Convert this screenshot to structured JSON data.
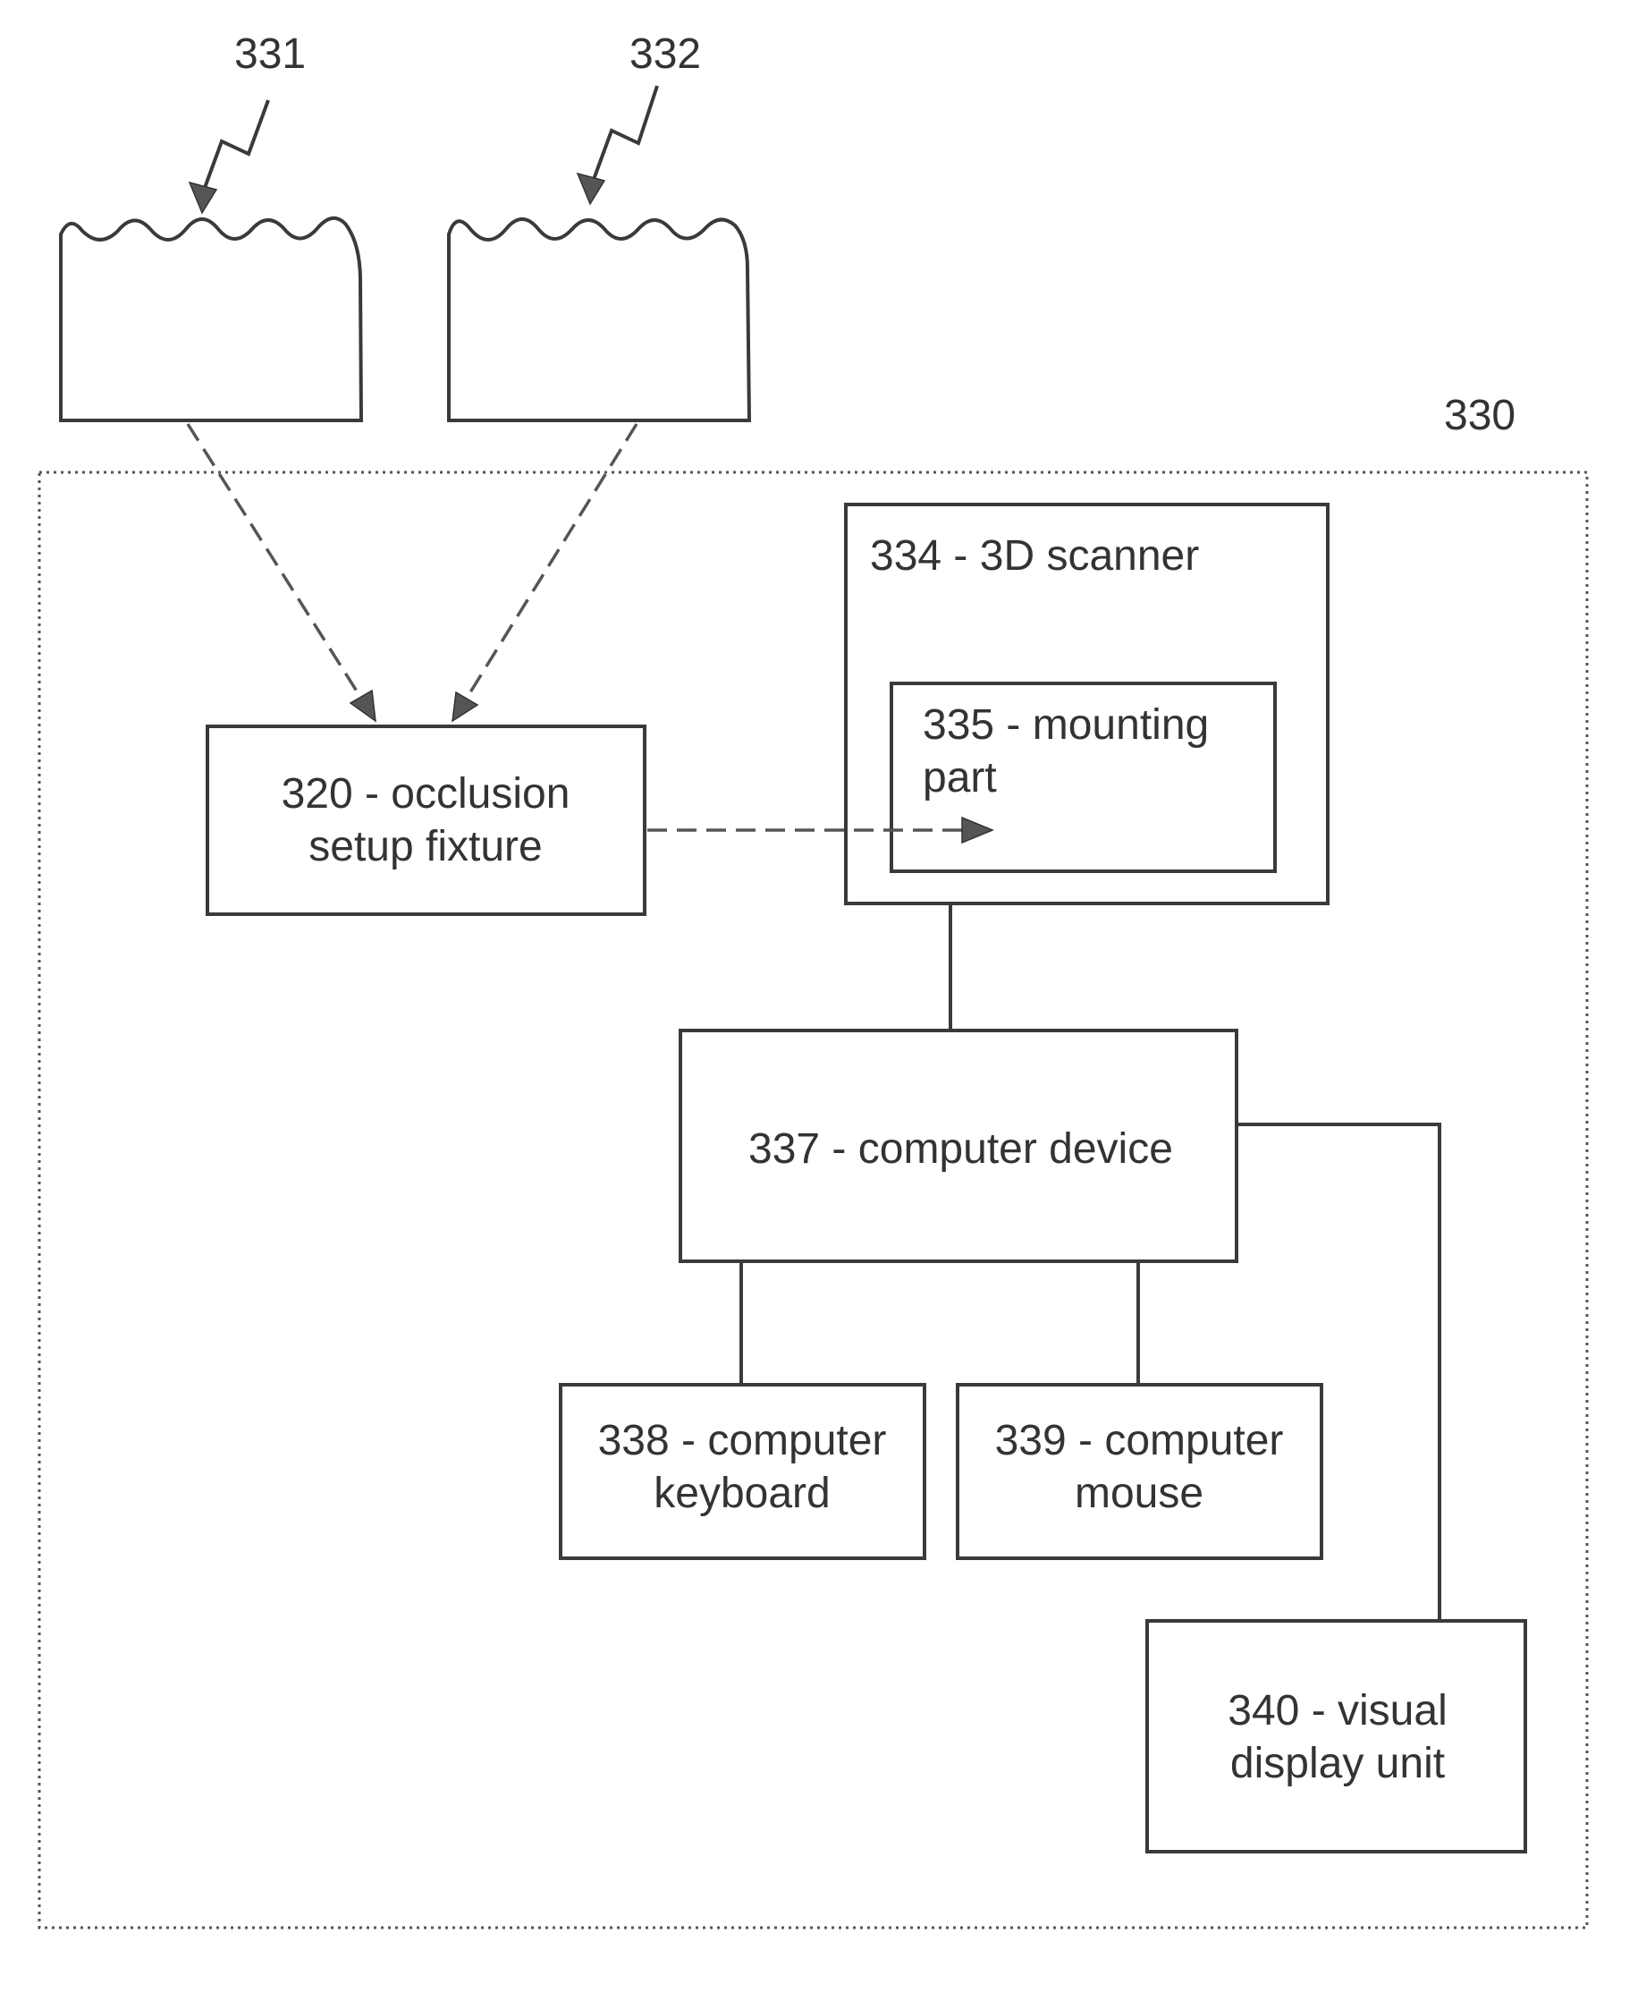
{
  "labels": {
    "ref_331": "331",
    "ref_332": "332",
    "ref_330": "330",
    "scanner": "334 - 3D scanner",
    "mounting_line1": "335 - mounting",
    "mounting_line2": "part",
    "occlusion_line1": "320 - occlusion",
    "occlusion_line2": "setup fixture",
    "computer_device": "337 - computer device",
    "keyboard_line1": "338 - computer",
    "keyboard_line2": "keyboard",
    "mouse_line1": "339 - computer",
    "mouse_line2": "mouse",
    "display_line1": "340 - visual",
    "display_line2": "display unit"
  }
}
